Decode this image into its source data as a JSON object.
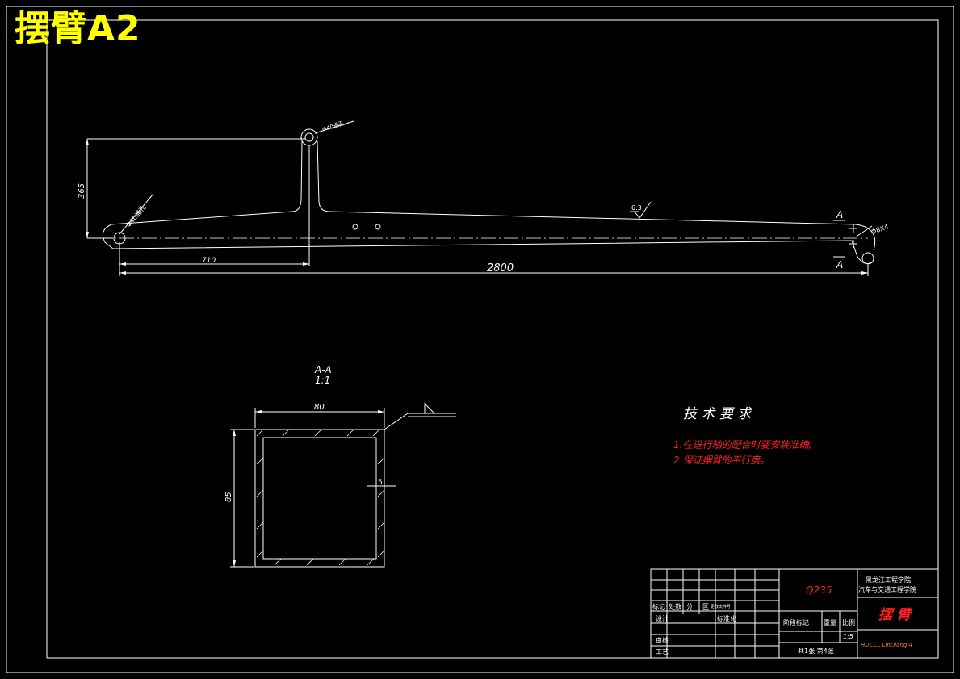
{
  "sheet": {
    "title": "摆臂A2",
    "colors": {
      "background": "#000000",
      "lines": "#ffffff",
      "title": "#ffff00",
      "notes": "#ff2020"
    }
  },
  "main_view": {
    "dim_hole_left": "Φ40通孔",
    "dim_hole_top": "Φ40通孔",
    "dim_height": "365",
    "dim_offset": "710",
    "dim_length": "2800",
    "roughness": "6.3",
    "section_mark": "A",
    "dim_small_holes": "Φ8X4"
  },
  "section_view": {
    "label": "A-A",
    "scale": "1:1",
    "dim_width": "80",
    "dim_height": "85",
    "dim_wall": "5"
  },
  "tech_notes": {
    "heading": "技 术 要 求",
    "items": [
      "1.在进行轴的配合时要安装准确;",
      "2.保证摆臂的平行度。"
    ]
  },
  "title_block": {
    "material": "Q235",
    "school_line1": "黑龙江工程学院",
    "school_line2": "汽车与交通工程学院",
    "part_name": "摆  臂",
    "row_labels": [
      "标记",
      "处数",
      "分",
      "区",
      "更改文件号"
    ],
    "designer_label": "设计",
    "standard_label": "标准化",
    "review_label": "审核",
    "process_label": "工艺",
    "stage_labels": [
      "阶段标记",
      "重量",
      "比例"
    ],
    "scale_value": "1:5",
    "sheet_count": "共1张 第4张",
    "drawing_number": "HDCCL LinDiang-4"
  }
}
